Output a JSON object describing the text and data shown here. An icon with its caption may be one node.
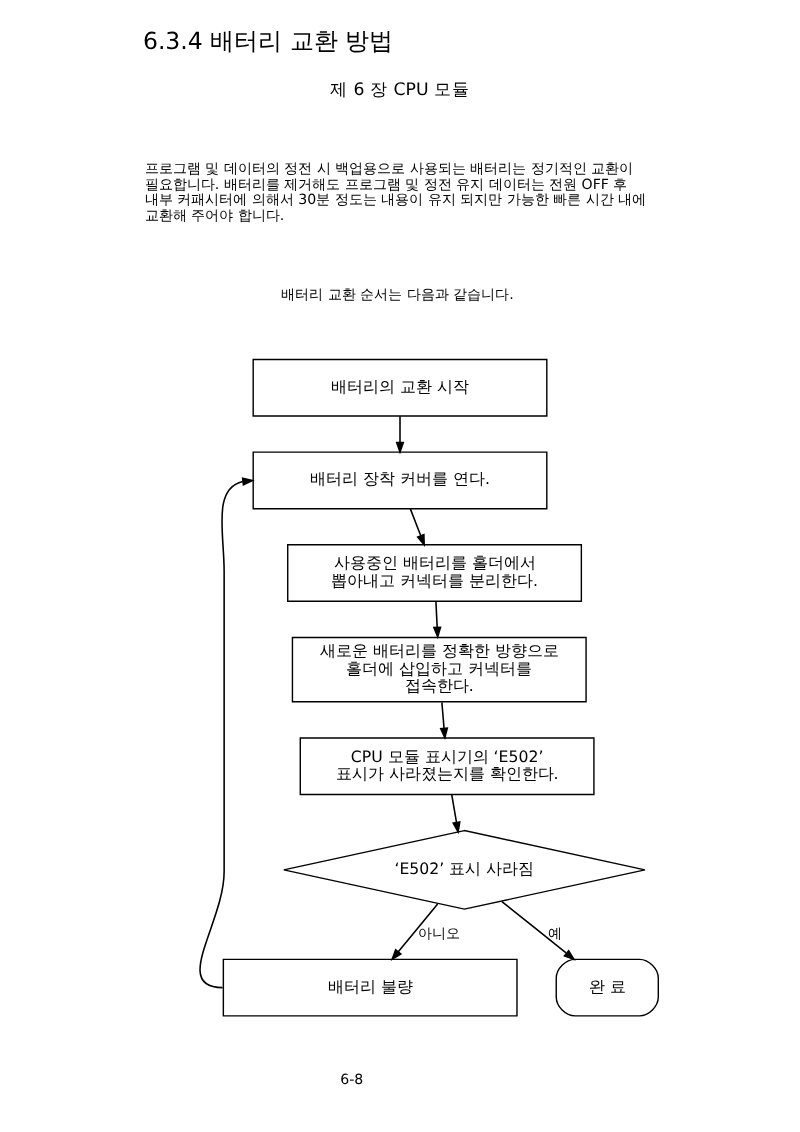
{
  "diagram": {
    "title": "6.3.4 배터리 교환 방법",
    "nodes": [
      {
        "text": [
          "배터리의 교환 시작"
        ]
      },
      {
        "text": [
          "배터리 장착 커버를 연다."
        ]
      },
      {
        "text": [
          "사용중인 배터리를 홀더에서 뽑아내고 커넥터를 분리한다."
        ]
      },
      {
        "text": [
          "새로운 배터리를 정확한 방향으로 홀더에 삽입하고 커넥터를 접속한다."
        ]
      },
      {
        "text": [
          "CPU 모듈 표시기의 ‘E502’ 표시가 사라졌는지를 확인한다."
        ]
      },
      {
        "text": [
          "‘E502’ 표시 사라짐"
        ]
      },
      {
        "text": [
          "배터리 불량"
        ]
      },
      {
        "text": [
          "완 료"
        ]
      }
    ],
    "edges": [
      {
        "from": 0,
        "to": 1,
        "arrow": "to"
      },
      {
        "from": 1,
        "to": 2,
        "arrow": "to"
      },
      {
        "from": 2,
        "to": 3,
        "arrow": "to"
      },
      {
        "from": 3,
        "to": 4,
        "arrow": "to"
      },
      {
        "from": 4,
        "to": 5,
        "arrow": "to"
      },
      {
        "from": 5,
        "to": 7,
        "arrow": "to",
        "label": "예"
      },
      {
        "from": 5,
        "to": 6,
        "arrow": "to",
        "label": "아니오"
      },
      {
        "from": 6,
        "to": 1,
        "arrow": "to"
      }
    ],
    "labels": [
      "제 6 장 CPU 모듈",
      "프로그램 및 데이터의 정전 시 백업용으로 사용되는 배터리는 정기적인 교환이 필요합니다. 배터리를 제거해도 프로그램 및 정전 유지 데이터는 전원 OFF 후 내부 커패시터에 의해서 30분 정도는 내용이 유지 되지만 가능한 빠른 시간 내에 교환해 주어야 합니다.",
      "배터리 교환 순서는 다음과 같습니다.",
      "6-8"
    ]
  }
}
